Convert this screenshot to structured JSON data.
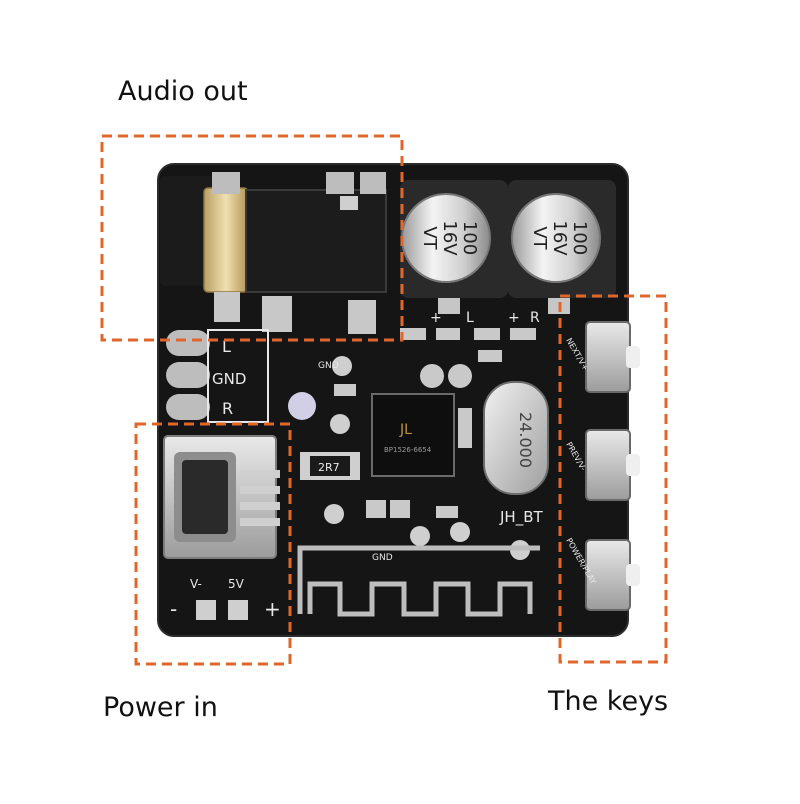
{
  "callouts": {
    "audio_out": "Audio out",
    "power_in": "Power in",
    "the_keys": "The keys"
  },
  "board": {
    "cap_left": {
      "line1": "100",
      "line2": "16V",
      "line3": "VT"
    },
    "cap_right": {
      "line1": "100",
      "line2": "16V",
      "line3": "VT"
    },
    "audio_pins": {
      "l": "L",
      "gnd": "GND",
      "r": "R"
    },
    "power_pins": {
      "minus": "V-",
      "five_v": "5V",
      "minus_sign": "-",
      "plus_sign": "+"
    },
    "cap_polarity": {
      "plus_l": "+",
      "l": "L",
      "plus_r": "+",
      "r": "R"
    },
    "gnd_label": "GND",
    "gnd_label_2": "GND",
    "chip_mark": "JL",
    "chip_code": "BP1526-6654",
    "crystal": "24.000",
    "resistor": "2R7",
    "model": "JH_BT",
    "key_labels": [
      "NEXT/V+",
      "PREV/V-",
      "POWER/PLAY"
    ]
  },
  "colors": {
    "dash_orange": "#e0662a",
    "pcb_black": "#151515",
    "silkscreen": "#e8e8e8",
    "metal": "#c9c9c9",
    "gold": "#d8bf7a"
  }
}
